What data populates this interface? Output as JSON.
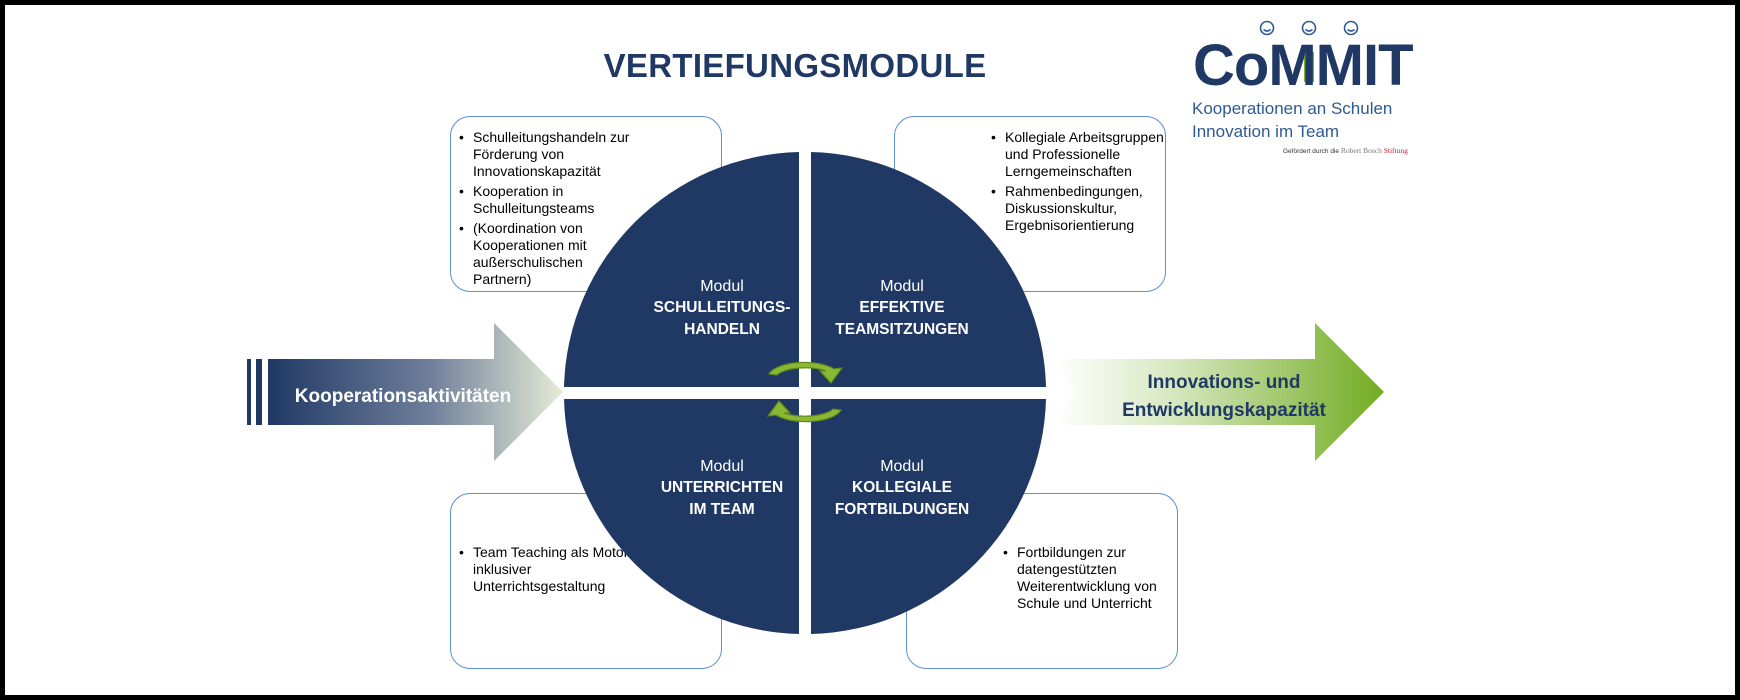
{
  "title": "VERTIEFUNGSMODULE",
  "logo": {
    "word_start": "Co",
    "word_mm": "MM",
    "word_end": "IT",
    "subtitle_line1": "Kooperationen an Schulen",
    "subtitle_line2": "Innovation im Team",
    "funding_prefix": "Gefördert durch die",
    "funding_name": "Robert Bosch",
    "funding_suffix": "Stiftung"
  },
  "arrows": {
    "left_label": "Kooperationsaktivitäten",
    "right_label_line1": "Innovations- und",
    "right_label_line2": "Entwicklungskapazität"
  },
  "quadrants": {
    "top_left": {
      "modul": "Modul",
      "name_line1": "SCHULLEITUNGS-",
      "name_line2": "HANDELN"
    },
    "top_right": {
      "modul": "Modul",
      "name_line1": "EFFEKTIVE",
      "name_line2": "TEAMSITZUNGEN"
    },
    "bottom_left": {
      "modul": "Modul",
      "name_line1": "UNTERRICHTEN",
      "name_line2": "IM TEAM"
    },
    "bottom_right": {
      "modul": "Modul",
      "name_line1": "KOLLEGIALE",
      "name_line2": "FORTBILDUNGEN"
    }
  },
  "boxes": {
    "top_left": [
      "Schulleitungshandeln zur Förderung von Innovationskapazität",
      "Kooperation in Schulleitungsteams",
      "(Koordination von Kooperationen mit außerschulischen Partnern)"
    ],
    "top_right": [
      "Kollegiale Arbeitsgruppen und Professionelle Lerngemeinschaften",
      "Rahmenbedingungen, Diskussionskultur, Ergebnisorientierung"
    ],
    "bottom_left": [
      "Team Teaching als Motor inklusiver Unterrichtsgestaltung"
    ],
    "bottom_right": [
      "Fortbildungen zur datengestützten Weiterentwicklung von Schule und Unterricht"
    ]
  },
  "colors": {
    "navy": "#1f3864",
    "green": "#7bb12f",
    "box_border": "#5b8fd6"
  }
}
